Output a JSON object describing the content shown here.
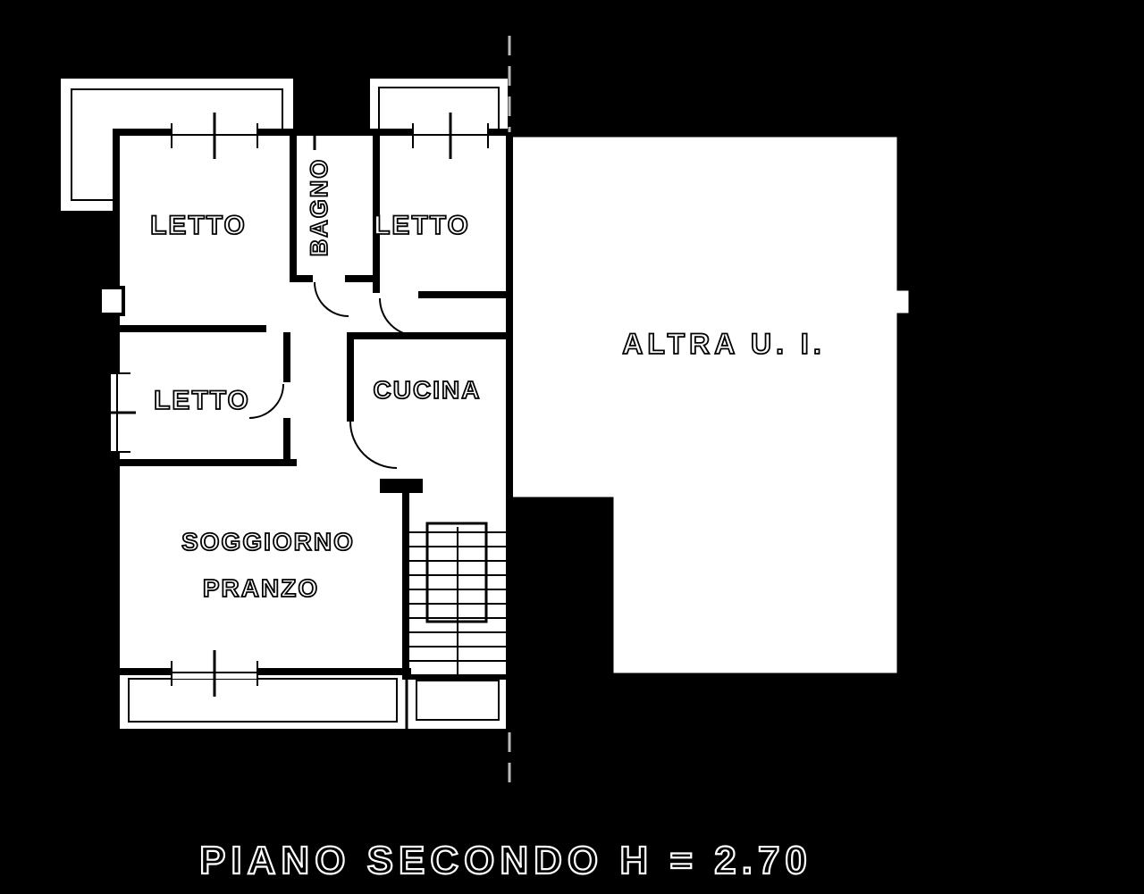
{
  "floorplan": {
    "rooms": {
      "letto_top_left": "LETTO",
      "bagno": "BAGNO",
      "letto_top_right": "LETTO",
      "letto_mid_left": "LETTO",
      "cucina": "CUCINA",
      "soggiorno_line1": "SOGGIORNO",
      "soggiorno_line2": "PRANZO",
      "altra_ui": "ALTRA U. I."
    },
    "caption": "PIANO SECONDO H = 2.70",
    "colors": {
      "background": "#000000",
      "paper": "#ffffff",
      "ink": "#000000"
    }
  }
}
